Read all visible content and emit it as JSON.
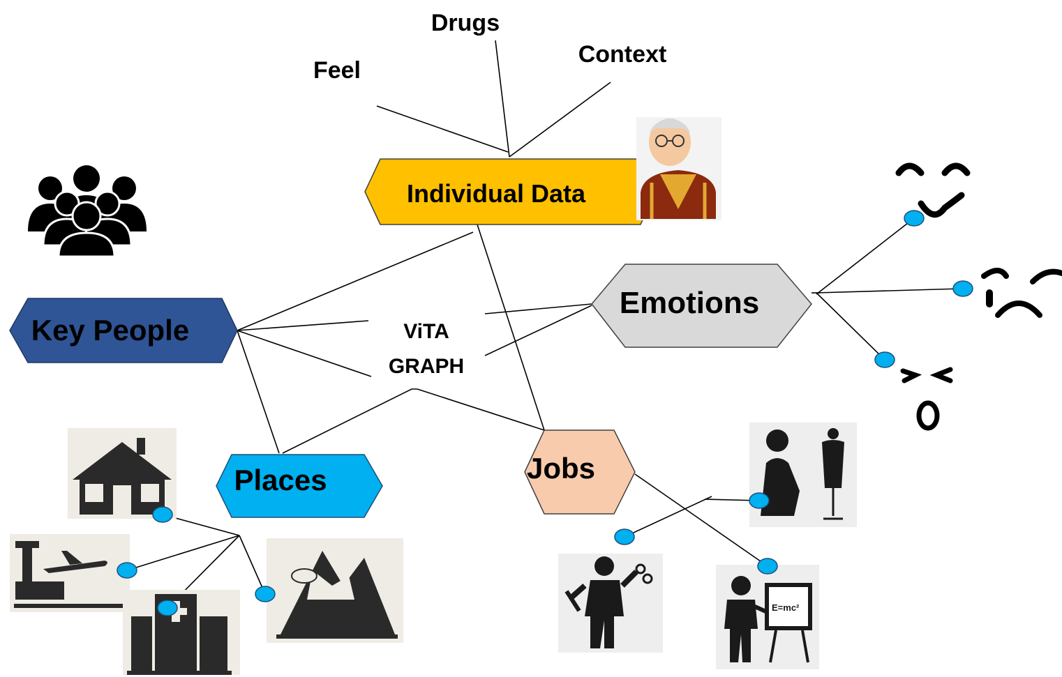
{
  "nodes": {
    "individual": {
      "label": "Individual Data",
      "fill": "#FFC000",
      "text_color": "#000000"
    },
    "key_people": {
      "label": "Key People",
      "fill": "#2F5597",
      "text_color": "#000000"
    },
    "emotions": {
      "label": "Emotions",
      "fill": "#D9D9D9",
      "text_color": "#000000"
    },
    "places": {
      "label": "Places",
      "fill": "#00B0F0",
      "text_color": "#000000"
    },
    "jobs": {
      "label": "Jobs",
      "fill": "#F8CBAD",
      "text_color": "#000000"
    }
  },
  "center": {
    "line1": "ViTA",
    "line2": "GRAPH"
  },
  "individual_attributes": {
    "drugs": "Drugs",
    "context": "Context",
    "feel": "Feel"
  },
  "colors": {
    "connector": "#000000",
    "dot_fill": "#00B0F0",
    "dot_stroke": "#1F4E79",
    "icon_dark": "#1a1a1a",
    "icon_bg": "#eeeeee"
  },
  "icons": {
    "crowd": "people-group-icon",
    "elder": "elderly-person-icon",
    "happy": "happy-face-icon",
    "crying": "crying-face-icon",
    "shocked": "shocked-face-icon",
    "house": "house-icon",
    "airport": "airport-icon",
    "hospital": "hospital-icon",
    "mountain": "mountain-icon",
    "tailor": "tailor-icon",
    "hairdresser": "hairdresser-icon",
    "teacher": "teacher-icon"
  }
}
